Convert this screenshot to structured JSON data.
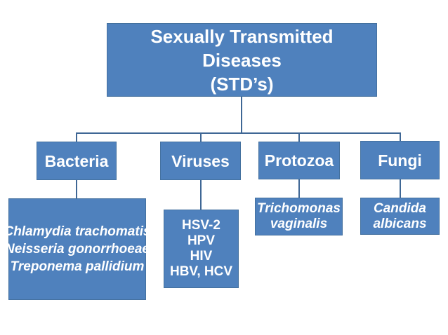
{
  "diagram": {
    "title": {
      "lines": [
        "Sexually Transmitted",
        "Diseases",
        "(STD’s)"
      ]
    },
    "categories": [
      {
        "label": "Bacteria",
        "examples": [
          "Chlamydia trachomatis",
          "Neisseria gonorrhoeae",
          "Treponema pallidium"
        ]
      },
      {
        "label": "Viruses",
        "examples": [
          "HSV-2",
          "HPV",
          "HIV",
          "HBV, HCV"
        ]
      },
      {
        "label": "Protozoa",
        "examples": [
          "Trichomonas vaginalis"
        ]
      },
      {
        "label": "Fungi",
        "examples": [
          "Candida albicans"
        ]
      }
    ]
  },
  "colors": {
    "box_fill": "#4F81BD",
    "box_border": "#44719F",
    "connector": "#3F6795",
    "text": "#FFFFFF"
  }
}
